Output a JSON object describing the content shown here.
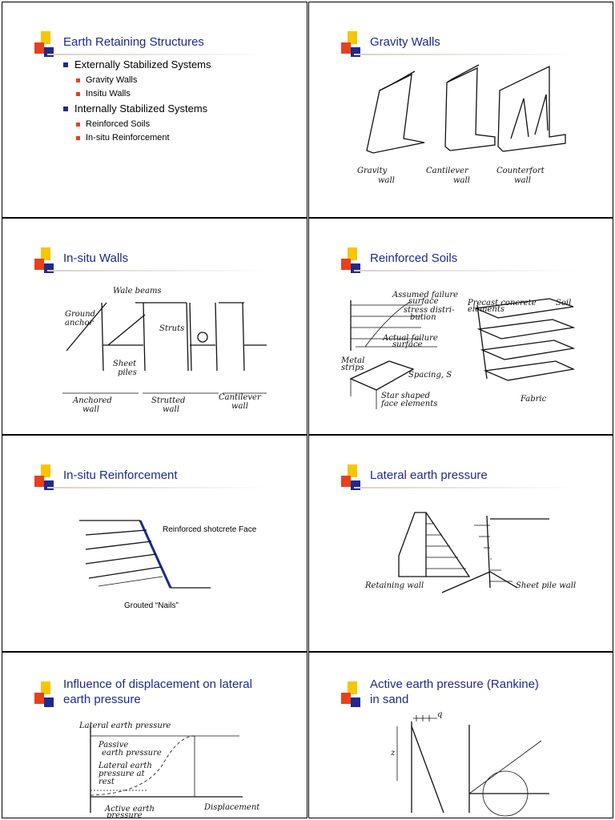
{
  "slides": [
    {
      "title": "Earth Retaining Structures",
      "bullets": [
        {
          "text": "Externally Stabilized Systems",
          "sub": [
            "Gravity Walls",
            "Insitu Walls"
          ]
        },
        {
          "text": "Internally Stabilized Systems",
          "sub": [
            "Reinforced Soils",
            "In-situ Reinforcement"
          ]
        }
      ]
    },
    {
      "title": "Gravity Walls",
      "labels": [
        "Gravity",
        "wall",
        "Cantilever",
        "wall",
        "Counterfort",
        "wall"
      ]
    },
    {
      "title": "In-situ Walls",
      "labels": [
        "Wale beams",
        "Ground",
        "anchor",
        "Struts",
        "Sheet",
        "piles",
        "Anchored",
        "wall",
        "Strutted",
        "wall",
        "Cantilever",
        "wall"
      ]
    },
    {
      "title": "Reinforced Soils",
      "labels": [
        "Assumed failure",
        "surface",
        "stress distri-",
        "bution",
        "Actual failure",
        "surface",
        "Metal",
        "strips",
        "Spacing, S",
        "Star shaped",
        "face elements",
        "Precast concrete",
        "elements",
        "Soil",
        "Fabric"
      ]
    },
    {
      "title": "In-situ Reinforcement",
      "labels": [
        "Reinforced shotcrete Face",
        "Grouted “Nails”"
      ]
    },
    {
      "title": "Lateral earth pressure",
      "labels": [
        "Retaining wall",
        "Sheet pile wall"
      ]
    },
    {
      "title_line1": "Influence of displacement on lateral",
      "title_line2": "earth pressure",
      "labels": [
        "Lateral earth pressure",
        "Passive",
        "earth pressure",
        "Lateral earth",
        "pressure at",
        "rest",
        "Active earth",
        "pressure",
        "Displacement"
      ]
    },
    {
      "title_line1": "Active earth pressure (Rankine)",
      "title_line2": "in sand",
      "labels": [
        "q",
        "z"
      ]
    }
  ]
}
